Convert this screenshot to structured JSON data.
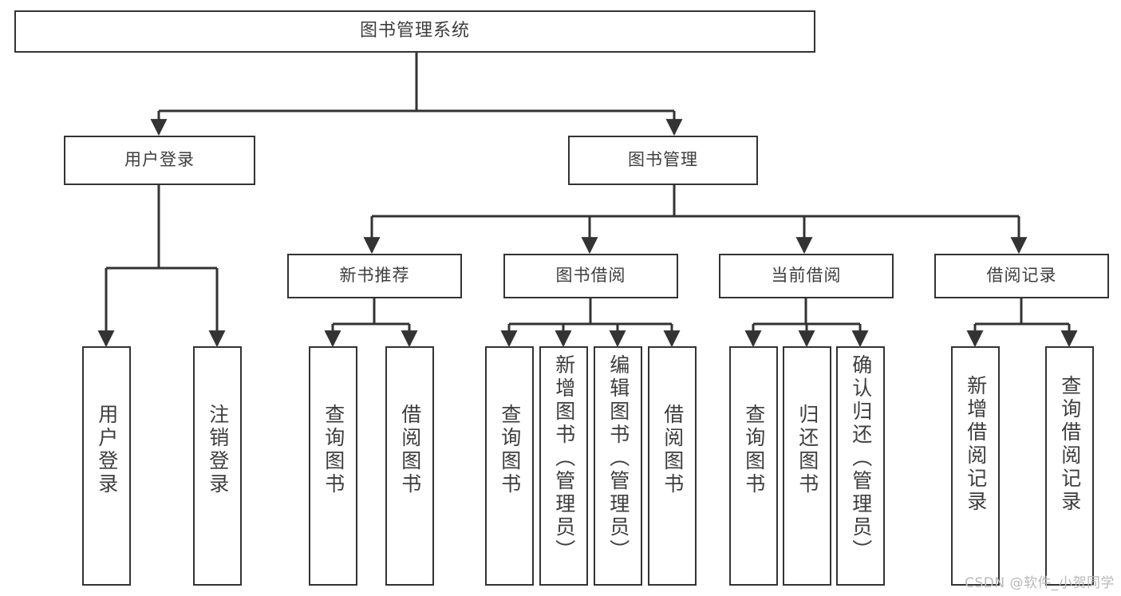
{
  "diagram": {
    "title": "图书管理系统",
    "watermark": "CSDN @软件_小贺同学",
    "colors": {
      "stroke": "#333333",
      "fill": "#ffffff",
      "text": "#3d3d3d",
      "watermark": "#b8b8b8"
    },
    "nodes": {
      "root": "图书管理系统",
      "user_login": "用户登录",
      "book_manage": "图书管理",
      "new_book_rec": "新书推荐",
      "book_borrow": "图书借阅",
      "current_borrow": "当前借阅",
      "borrow_record": "借阅记录",
      "leaf_user_login": "用户登录",
      "leaf_user_logout": "注销登录",
      "leaf_rec_query_book": "查询图书",
      "leaf_rec_borrow_book": "借阅图书",
      "leaf_borrow_query_book": "查询图书",
      "leaf_add_book_admin": "新增图书（管理员）",
      "leaf_edit_book_admin": "编辑图书（管理员）",
      "leaf_borrow_book": "借阅图书",
      "leaf_cur_query_book": "查询图书",
      "leaf_return_book": "归还图书",
      "leaf_confirm_return_admin": "确认归还（管理员）",
      "leaf_add_record": "新增借阅记录",
      "leaf_query_record": "查询借阅记录"
    },
    "tree": [
      {
        "label": "图书管理系统",
        "children": [
          {
            "label": "用户登录",
            "children": [
              {
                "label": "用户登录"
              },
              {
                "label": "注销登录"
              }
            ]
          },
          {
            "label": "图书管理",
            "children": [
              {
                "label": "新书推荐",
                "children": [
                  {
                    "label": "查询图书"
                  },
                  {
                    "label": "借阅图书"
                  }
                ]
              },
              {
                "label": "图书借阅",
                "children": [
                  {
                    "label": "查询图书"
                  },
                  {
                    "label": "新增图书（管理员）"
                  },
                  {
                    "label": "编辑图书（管理员）"
                  },
                  {
                    "label": "借阅图书"
                  }
                ]
              },
              {
                "label": "当前借阅",
                "children": [
                  {
                    "label": "查询图书"
                  },
                  {
                    "label": "归还图书"
                  },
                  {
                    "label": "确认归还（管理员）"
                  }
                ]
              },
              {
                "label": "借阅记录",
                "children": [
                  {
                    "label": "新增借阅记录"
                  },
                  {
                    "label": "查询借阅记录"
                  }
                ]
              }
            ]
          }
        ]
      }
    ]
  }
}
